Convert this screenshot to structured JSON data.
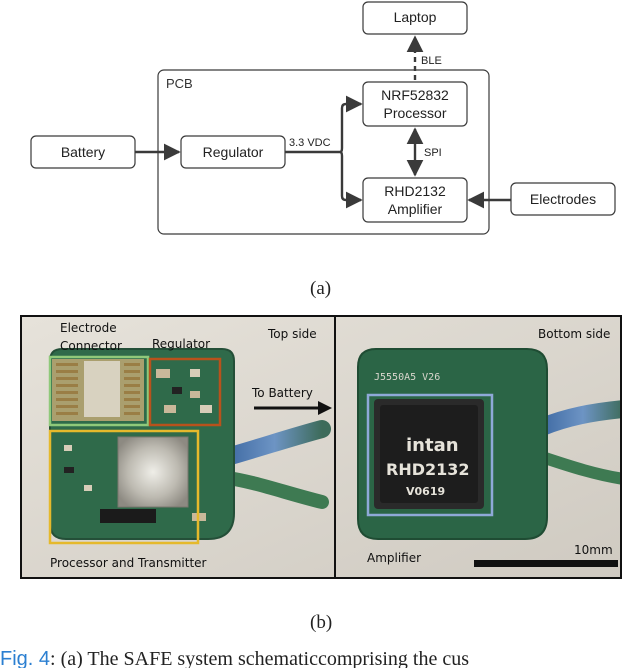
{
  "schematic": {
    "pcb_label": "PCB",
    "blocks": {
      "laptop": "Laptop",
      "battery": "Battery",
      "regulator": "Regulator",
      "processor_line1": "NRF52832",
      "processor_line2": "Processor",
      "amplifier_line1": "RHD2132",
      "amplifier_line2": "Amplifier",
      "electrodes": "Electrodes"
    },
    "labels": {
      "ble": "BLE",
      "spi": "SPI",
      "voltage": "3.3 VDC"
    },
    "sublabel": "(a)"
  },
  "photo": {
    "top_side": {
      "title": "Top side",
      "electrode_connector_line1": "Electrode",
      "electrode_connector_line2": "Connector",
      "regulator": "Regulator",
      "to_battery": "To Battery",
      "processor_transmitter": "Processor and Transmitter"
    },
    "bottom_side": {
      "title": "Bottom side",
      "chip_brand": "intan",
      "chip_model": "RHD2132",
      "chip_code": "V0619",
      "board_code": "J5550A5 V26",
      "amplifier": "Amplifier",
      "scale_bar": "10mm"
    },
    "sublabel": "(b)"
  },
  "caption": {
    "fig_label": "Fig. 4",
    "text": ": (a) The SAFE system schematiccomprising the cus"
  },
  "colors": {
    "electrode_box": "#8fc97a",
    "regulator_box": "#b8521c",
    "processor_box": "#e5b92c",
    "amplifier_box": "#8fa9d8"
  }
}
